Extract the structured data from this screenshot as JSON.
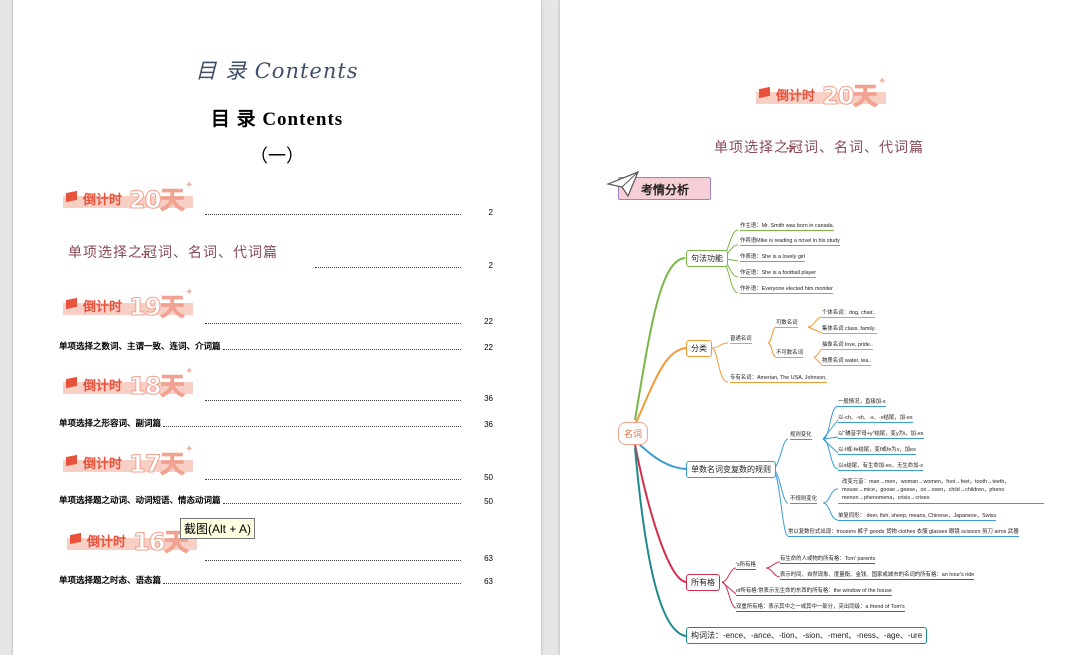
{
  "left_page": {
    "title_script": "目 录 Contents",
    "title_bold": "目 录 Contents",
    "part": "（一）",
    "countdown_label": "倒计时",
    "sections": [
      {
        "countdown": "20天",
        "entries": [
          {
            "title": "",
            "page": "2"
          },
          {
            "title": "单项选择之冠词、名词、代词篇",
            "page": "2",
            "style": "handwritten"
          }
        ]
      },
      {
        "countdown": "19天",
        "entries": [
          {
            "title": "",
            "page": "22"
          },
          {
            "title": "单项选择之数词、主谓一致、连词、介词篇",
            "page": "22"
          }
        ]
      },
      {
        "countdown": "18天",
        "entries": [
          {
            "title": "",
            "page": "36"
          },
          {
            "title": "单项选择之形容词、副词篇",
            "page": "36"
          }
        ]
      },
      {
        "countdown": "17天",
        "entries": [
          {
            "title": "",
            "page": "50"
          },
          {
            "title": "单项选择题之动词、动词短语、情态动词篇",
            "page": "50"
          }
        ]
      },
      {
        "countdown": "16天",
        "entries": [
          {
            "title": "",
            "page": "63"
          },
          {
            "title": "单项选择题之时态、语态篇",
            "page": "63"
          }
        ]
      }
    ]
  },
  "tooltip": "截图(Alt + A)",
  "right_page": {
    "countdown_label": "倒计时",
    "countdown": "20天",
    "subtitle": "单项选择之冠词、名词、代词篇",
    "section_title": "考情分析",
    "mindmap": {
      "root": "名词",
      "b1": {
        "label": "句法功能",
        "leaves": [
          "作主语：Mr. Smith was born in canada.",
          "作宾语Mike is reading a novel in his study",
          "作表语：She is a lovely girl",
          "作定语：She is a football player",
          "作补语：Everyone elected him moniter"
        ]
      },
      "b2": {
        "label": "分类",
        "common": "普通名词",
        "countable": "可数名词",
        "uncountable": "不可数名词",
        "individual": "个体名词：dog, chair..",
        "collective": "集体名词 class, family..",
        "abstract": "抽象名词 love, pride..",
        "material": "物质名词 water, tea..",
        "proper": "专有名词：Amerian, The USA, Johnson,"
      },
      "b3": {
        "label": "单数名词变复数的规则",
        "regular": "规则变化",
        "irregular": "不规则变化",
        "r1": "一般情况，直接加-s",
        "r2": "以-ch、-sh、-s、-x结尾，加-es",
        "r3": "以“辅音字母+y”结尾，变y为i，加-es",
        "r4": "以-f或-fe结尾，变f或fe为v，加es",
        "r5": "以o结尾，有生命加-es，无生命加-s",
        "i1a": "改变元音：man→men，woman→women，foot→feet，tooth→teeth，",
        "i1b": "mouse→mice，goose→geese，ox→oxen，child→children，pheno",
        "i1c": "menon→phenomena，crisis→crises",
        "i2": "单复同形：  deer, fish, sheep, means, Chinese，Japanese，Swiss",
        "i3": "常以复数形式出现：trousers 裤子 goods 货物 clothes 衣服 glasses 眼镜 scissors 剪刀 arms 武器"
      },
      "b4": {
        "label": "所有格",
        "s": "'s所有格",
        "s1": "有生命的人或物的所有格：Tom' parents",
        "s2": "表示时间、自然现象、度量衡、金钱、国家或城市的名词的所有格：an hour's ride",
        "of": "of所有格:常表示无生命的东西的所有格：the window of the house",
        "double": "双重所有格：表示其中之一或其中一部分，突出同级：a friend of Tom's"
      },
      "b5": {
        "label": "构词法：-ence、-ance、-tion、-sion、-ment、-ness、-age、-ure"
      }
    }
  },
  "colors": {
    "accent_red": "#e8513a",
    "banner_pink": "#f8cfc4",
    "green": "#7ab648",
    "orange": "#f29a38",
    "blue": "#3b9bd4",
    "crimson": "#d02e4b",
    "teal": "#1f8a8a"
  }
}
